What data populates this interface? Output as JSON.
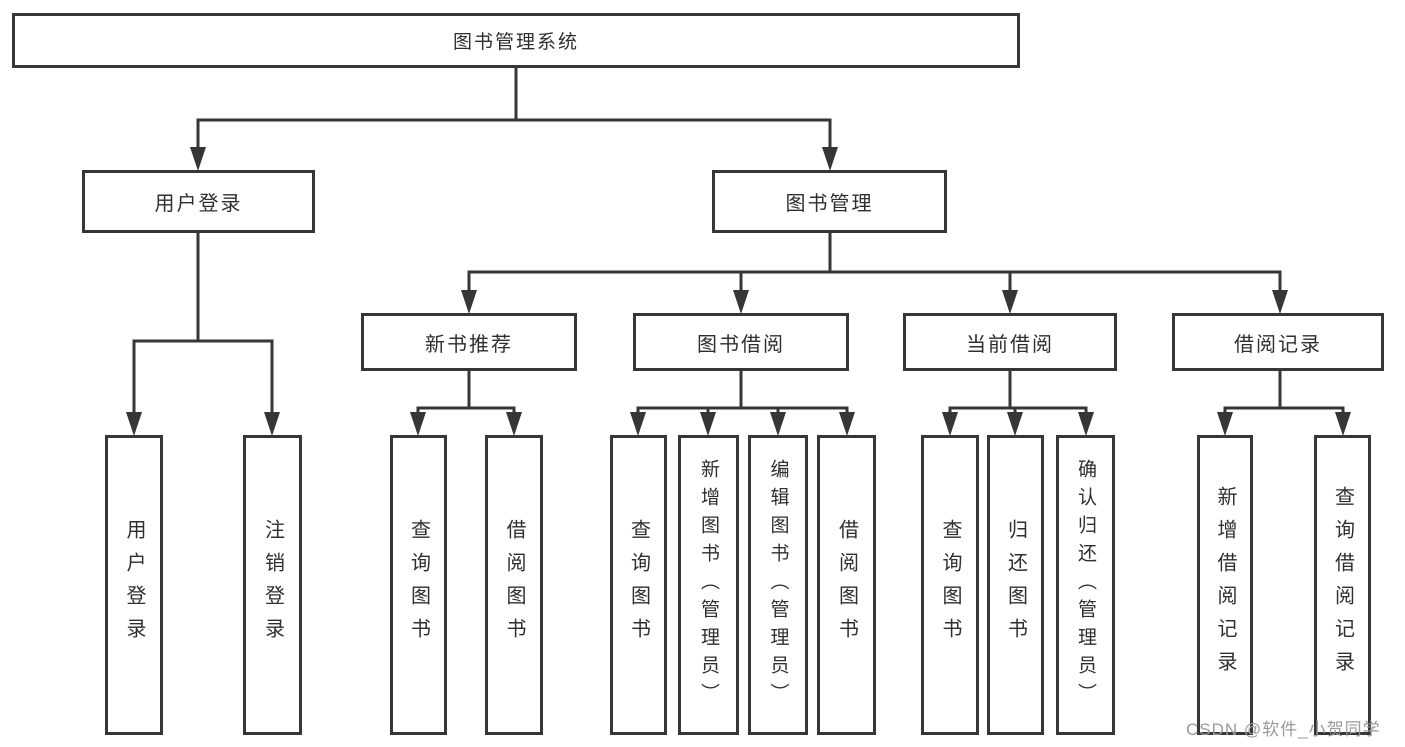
{
  "watermark": "CSDN @软件_小贺同学",
  "colors": {
    "line": "#363636",
    "text": "#2f2f2f",
    "background": "#ffffff",
    "watermark": "#9a9a9a"
  },
  "tree": {
    "root": {
      "label": "图书管理系统"
    },
    "children": [
      {
        "label": "用户登录",
        "children": [
          {
            "label": "用户登录"
          },
          {
            "label": "注销登录"
          }
        ]
      },
      {
        "label": "图书管理",
        "children": [
          {
            "label": "新书推荐",
            "children": [
              {
                "label": "查询图书"
              },
              {
                "label": "借阅图书"
              }
            ]
          },
          {
            "label": "图书借阅",
            "children": [
              {
                "label": "查询图书"
              },
              {
                "label": "新增图书（管理员）"
              },
              {
                "label": "编辑图书（管理员）"
              },
              {
                "label": "借阅图书"
              }
            ]
          },
          {
            "label": "当前借阅",
            "children": [
              {
                "label": "查询图书"
              },
              {
                "label": "归还图书"
              },
              {
                "label": "确认归还（管理员）"
              }
            ]
          },
          {
            "label": "借阅记录",
            "children": [
              {
                "label": "新增借阅记录"
              },
              {
                "label": "查询借阅记录"
              }
            ]
          }
        ]
      }
    ]
  }
}
